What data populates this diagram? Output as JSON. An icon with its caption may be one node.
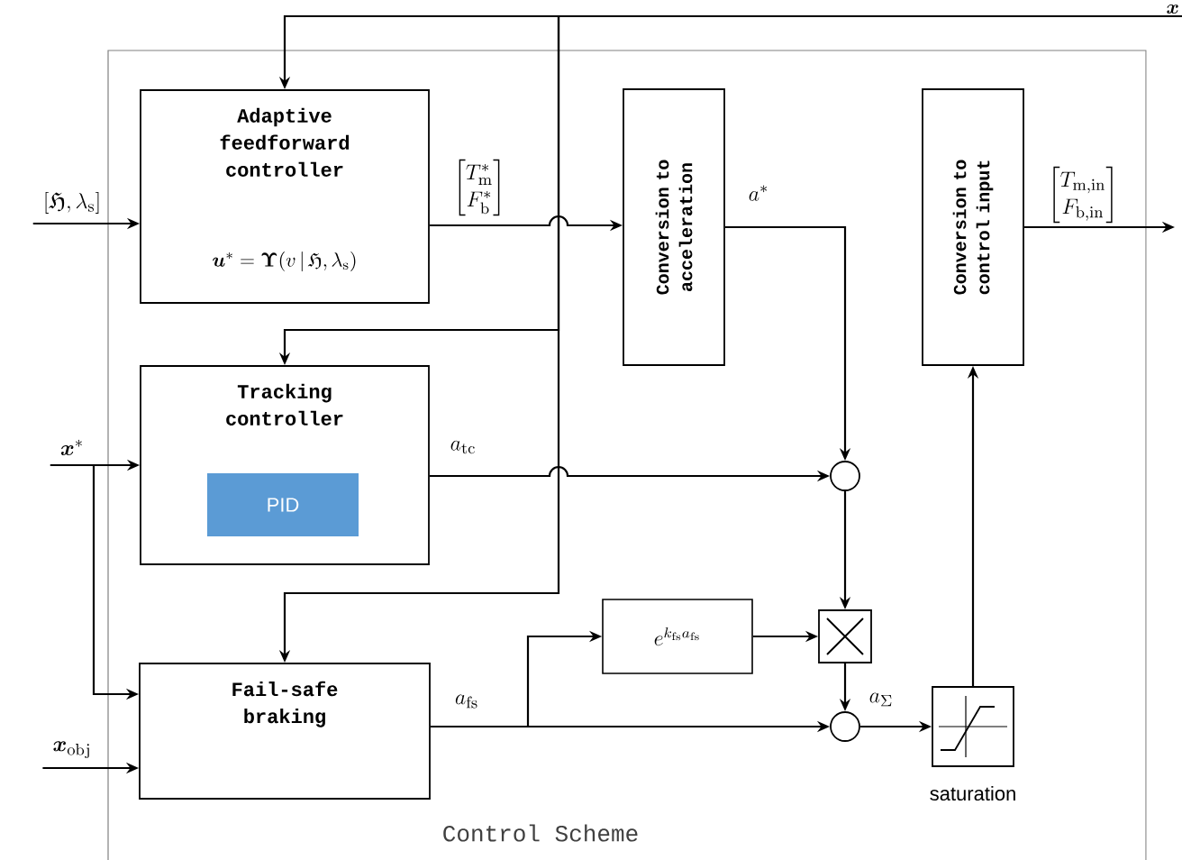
{
  "diagram": {
    "nodes": [
      {
        "text": [
          "Control Scheme"
        ]
      },
      {
        "text": [
          "Adaptive feedforward controller",
          "\\boldsymbol{u}^* = \\boldsymbol{\\Upsilon}(v\\,|\\,\\mathfrak{H},\\lambda_{\\mathrm{s}})"
        ],
        "in": 0
      },
      {
        "text": [
          "Tracking controller"
        ],
        "in": 0
      },
      {
        "text": [
          "PID"
        ],
        "in": 2
      },
      {
        "text": [
          "Fail-safe braking"
        ],
        "in": 0
      },
      {
        "text": [
          "Conversion to acceleration"
        ],
        "in": 0
      },
      {
        "text": [
          "Conversion to control input"
        ],
        "in": 0
      },
      {
        "text": [],
        "shape": "circle",
        "in": 0
      },
      {
        "text": [
          "e^{k_{\\mathrm{fs}}a_{\\mathrm{fs}}}"
        ],
        "in": 0
      },
      {
        "text": [],
        "shape": "box",
        "in": 0
      },
      {
        "text": [],
        "shape": "circle",
        "in": 0
      },
      {
        "text": [],
        "shape": "box",
        "beside": [
          "saturation"
        ],
        "in": 0
      },
      {
        "text": [
          "[\\mathfrak{H},\\lambda_{\\mathrm{s}}]"
        ]
      },
      {
        "text": [
          "\\boldsymbol{x}^*"
        ]
      },
      {
        "text": [
          "\\boldsymbol{x}_{\\mathrm{obj}}"
        ]
      },
      {
        "text": [
          "\\boldsymbol{x}"
        ]
      }
    ],
    "edges": [
      {
        "from": 15,
        "to": 1,
        "arrow": "to"
      },
      {
        "from": 15,
        "to": 2,
        "arrow": "to"
      },
      {
        "from": 15,
        "to": 4,
        "arrow": "to"
      },
      {
        "from": 12,
        "to": 1,
        "arrow": "to"
      },
      {
        "from": 1,
        "to": 5,
        "arrow": "to",
        "label": "\\begin{bmatrix}T^*_{\\mathrm{m}}\\\\F^*_{\\mathrm{b}}\\end{bmatrix}"
      },
      {
        "from": 5,
        "to": 7,
        "arrow": "to",
        "label": "a^*"
      },
      {
        "from": 2,
        "to": 7,
        "arrow": "to",
        "label": "a_{\\mathrm{tc}}"
      },
      {
        "from": 13,
        "to": 2,
        "arrow": "to"
      },
      {
        "from": 13,
        "to": 4,
        "arrow": "to"
      },
      {
        "from": 14,
        "to": 4,
        "arrow": "to"
      },
      {
        "from": 4,
        "to": 8,
        "arrow": "to"
      },
      {
        "from": 4,
        "to": 10,
        "arrow": "to",
        "label": "a_{\\mathrm{fs}}"
      },
      {
        "from": 7,
        "to": 9,
        "arrow": "to"
      },
      {
        "from": 8,
        "to": 9,
        "arrow": "to"
      },
      {
        "from": 9,
        "to": 10,
        "arrow": "to"
      },
      {
        "from": 10,
        "to": 11,
        "arrow": "to",
        "label": "a_{\\Sigma}"
      },
      {
        "from": 11,
        "to": 6,
        "arrow": "to"
      },
      {
        "from": 6,
        "to": null,
        "arrow": "to",
        "label": "\\begin{bmatrix}T_{\\mathrm{m,in}}\\\\F_{\\mathrm{b,in}}\\end{bmatrix}"
      }
    ]
  }
}
